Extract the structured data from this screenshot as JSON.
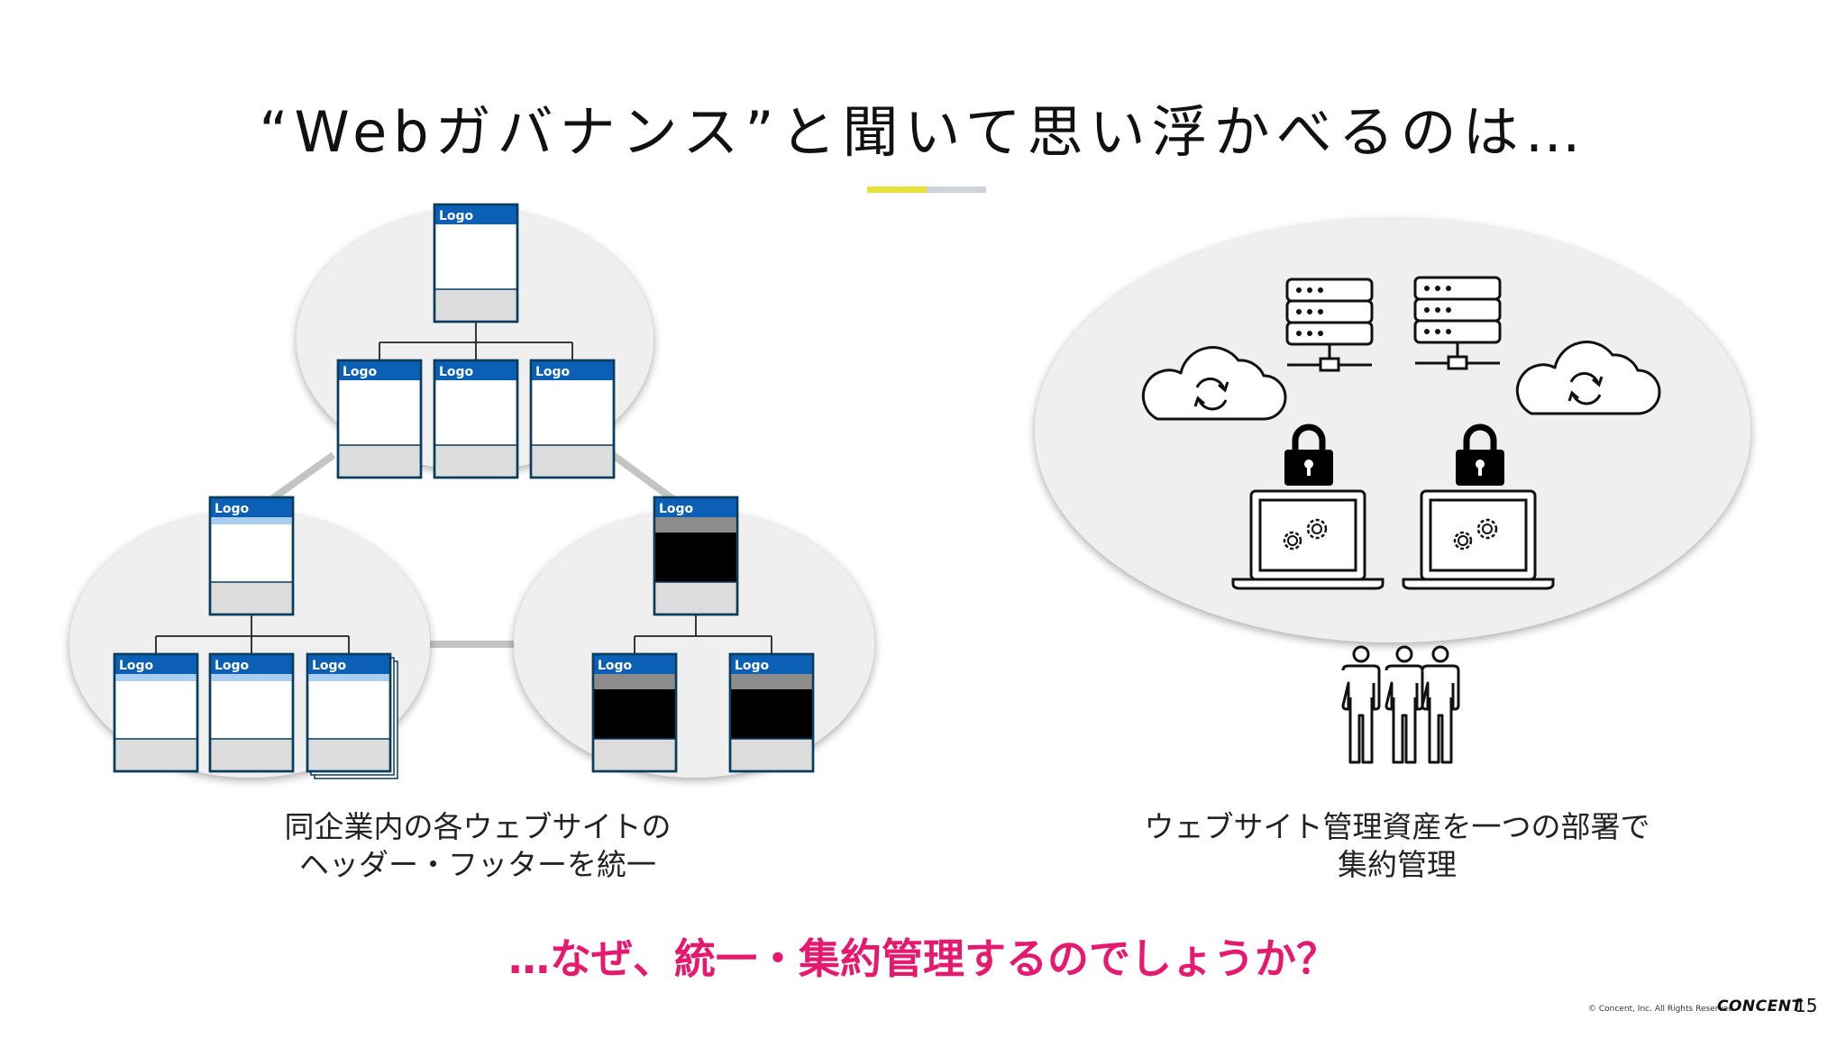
{
  "slide": {
    "title": "“Webガバナンス”と聞いて思い浮かべるのは…",
    "underline_colors": [
      "#e6e23a",
      "#cdd3d8"
    ],
    "site_logo_label": "Logo",
    "left_caption": {
      "line1": "同企業内の各ウェブサイトの",
      "line2": "ヘッダー・フッターを統一"
    },
    "right_caption": {
      "line1": "ウェブサイト管理資産を一つの部署で",
      "line2": "集約管理"
    },
    "question": "…なぜ、統一・集約管理するのでしょうか？",
    "footer": {
      "copyright": "© Concent, Inc. All Rights Reserved.",
      "brand": "CONCENT",
      "page_number": "15"
    },
    "colors": {
      "header_blue": "#0b5fb4",
      "accent_pink": "#e5196e",
      "ellipse_gray": "#efefef",
      "footer_gray": "#dcdcdc"
    }
  }
}
